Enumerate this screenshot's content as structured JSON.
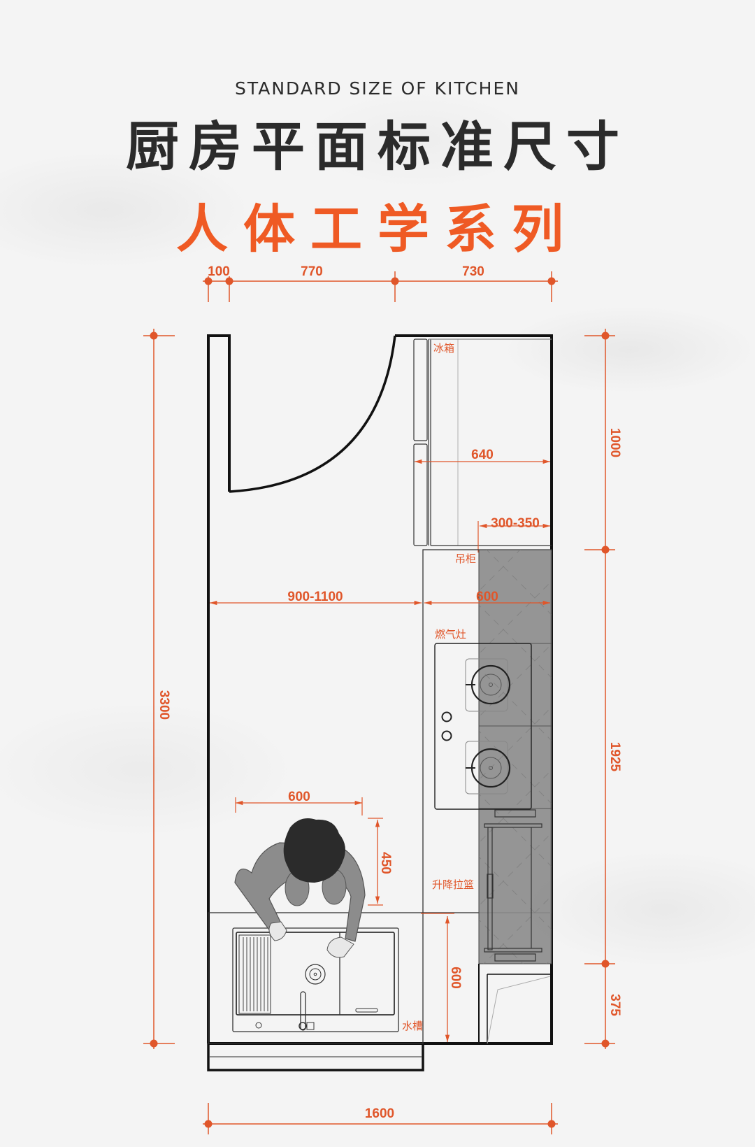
{
  "header": {
    "subtitle_en": "STANDARD SIZE OF KITCHEN",
    "title_cn": "厨房平面标准尺寸",
    "series_cn": "人体工学系列"
  },
  "colors": {
    "accent": "#e0562a",
    "title_orange": "#ef5a24",
    "wall": "#111111",
    "cabinet_gray": "#8c8c8c",
    "background": "#f4f4f4"
  },
  "dimensions": {
    "top": {
      "seg1": "100",
      "seg2": "770",
      "seg3": "730"
    },
    "left_total": "3300",
    "right": {
      "seg1": "1000",
      "seg2": "1925",
      "seg3": "375"
    },
    "bottom_total": "1600",
    "fridge_depth": "640",
    "wall_cabinet_depth": "300-350",
    "aisle_width": "900-1100",
    "counter_depth": "600",
    "person_width": "600",
    "person_depth": "450",
    "sink_clearance": "600"
  },
  "labels": {
    "fridge": "冰箱",
    "wall_cabinet": "吊柜",
    "gas_stove": "燃气灶",
    "lift_basket": "升降拉篮",
    "sink": "水槽"
  }
}
